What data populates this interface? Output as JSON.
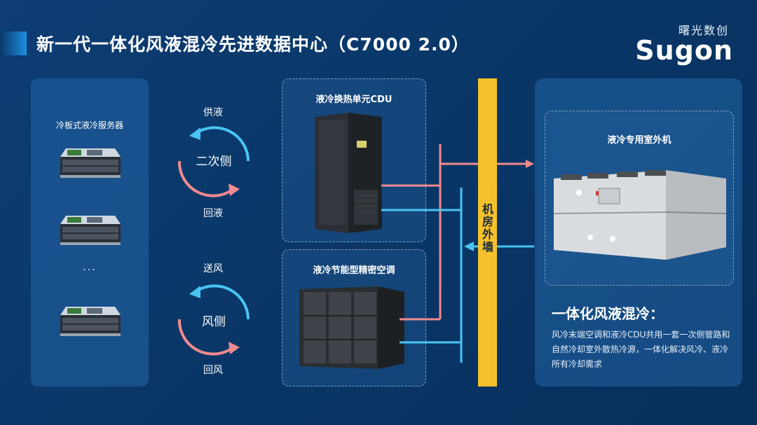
{
  "title": "新一代一体化风液混冷先进数据中心（C7000 2.0）",
  "logo": {
    "cn": "曙光数创",
    "en": "Sugon"
  },
  "left_panel": {
    "label": "冷板式液冷服务器",
    "ellipsis": "..."
  },
  "secondary_cycle": {
    "top_label": "供液",
    "center": "二次侧",
    "bottom_label": "回液"
  },
  "air_cycle": {
    "top_label": "送风",
    "center": "风侧",
    "bottom_label": "回风"
  },
  "cdu": {
    "label": "液冷换热单元CDU"
  },
  "crac": {
    "label": "液冷节能型精密空调"
  },
  "wall": {
    "label": "机房外墙"
  },
  "outdoor_unit": {
    "label": "液冷专用室外机"
  },
  "summary": {
    "heading": "一体化风液混冷：",
    "description": "风冷末端空调和液冷CDU共用一套一次侧管路和自然冷却室外散热冷源，一体化解决风冷、液冷所有冷却需求"
  },
  "colors": {
    "supply": "#f08a8e",
    "return": "#49c4f2",
    "wall": "#f6c22b",
    "background": "#0a3768"
  }
}
